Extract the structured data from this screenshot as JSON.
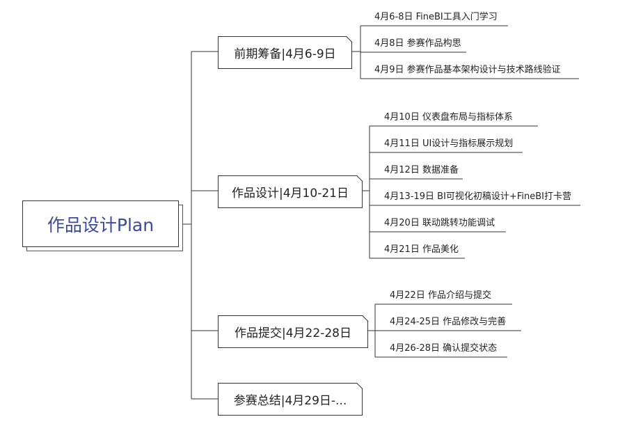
{
  "root": {
    "title": "作品设计Plan"
  },
  "branches": [
    {
      "label": "前期筹备|4月6-9日",
      "items": [
        "4月6-8日 FineBI工具入门学习",
        "4月8日 参赛作品构思",
        "4月9日 参赛作品基本架构设计与技术路线验证"
      ]
    },
    {
      "label": "作品设计|4月10-21日",
      "items": [
        "4月10日 仪表盘布局与指标体系",
        "4月11日  UI设计与指标展示规划",
        "4月12日 数据准备",
        "4月13-19日  BI可视化初稿设计+FineBI打卡营",
        "4月20日 联动跳转功能调试",
        "4月21日 作品美化"
      ]
    },
    {
      "label": "作品提交|4月22-28日",
      "items": [
        "4月22日 作品介绍与提交",
        "4月24-25日 作品修改与完善",
        "4月26-28日 确认提交状态"
      ]
    },
    {
      "label": "参赛总结|4月29日-...",
      "items": []
    }
  ]
}
